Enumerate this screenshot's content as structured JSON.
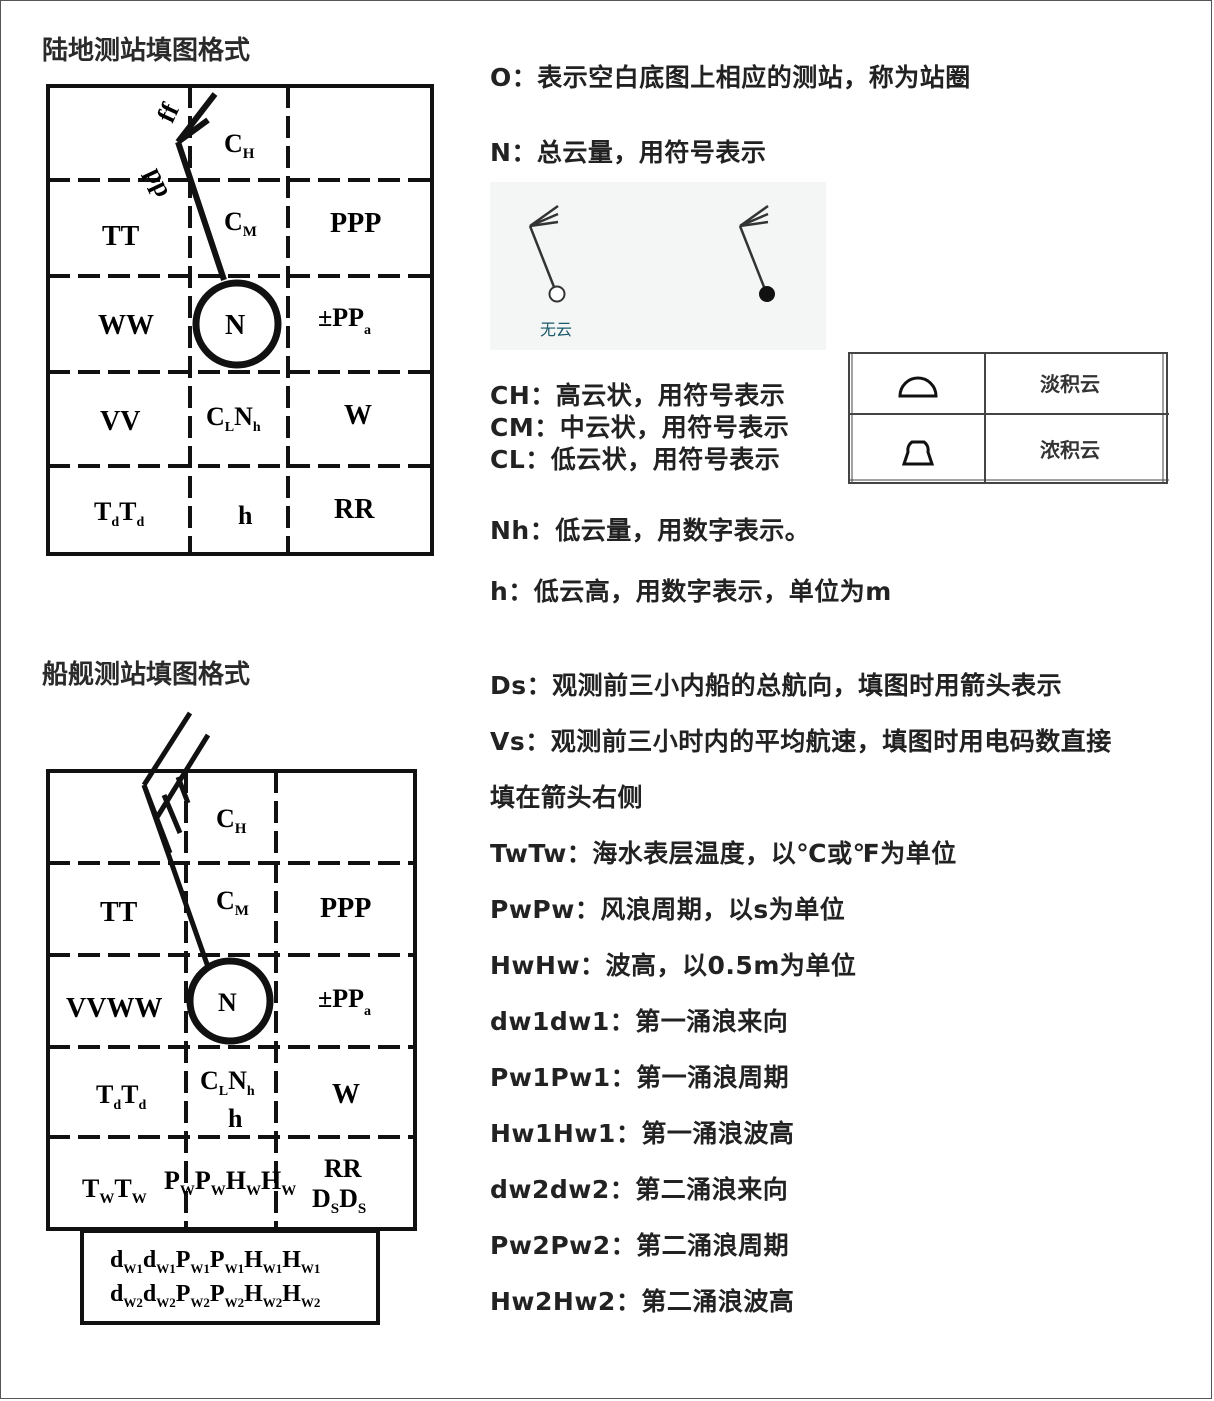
{
  "titles": {
    "land": "陆地测站填图格式",
    "ship": "船舰测站填图格式"
  },
  "land_cells": {
    "ff": "ff",
    "pp": "pp",
    "ch": "C",
    "ch_sub": "H",
    "cm": "C",
    "cm_sub": "M",
    "tt": "TT",
    "ppp": "PPP",
    "ww": "WW",
    "n": "N",
    "ppa": "±PP",
    "ppa_sub": "a",
    "vv": "VV",
    "cl": "C",
    "cl_sub": "L",
    "nh": "N",
    "nh_sub": "h",
    "w": "W",
    "td1": "T",
    "td1_sub": "d",
    "td2": "T",
    "td2_sub": "d",
    "h": "h",
    "rr": "RR"
  },
  "ship_cells": {
    "ch": "C",
    "ch_sub": "H",
    "cm": "C",
    "cm_sub": "M",
    "tt": "TT",
    "ppp": "PPP",
    "vvww": "VVWW",
    "n": "N",
    "ppa": "±PP",
    "ppa_sub": "a",
    "td": "T",
    "td_sub": "d",
    "cl": "C",
    "cl_sub": "L",
    "nh": "N",
    "nh_sub": "h",
    "h": "h",
    "w": "W",
    "tw": "T",
    "tw_sub": "W",
    "pw": "P",
    "pw_sub": "W",
    "hw": "H",
    "hw_sub": "W",
    "rr": "RR",
    "ds": "D",
    "ds_sub": "S",
    "d": "d",
    "p": "P",
    "hh": "H",
    "sub_w1": "W1",
    "sub_w2": "W2"
  },
  "land_desc": [
    "O：表示空白底图上相应的测站，称为站圈",
    "N：总云量，用符号表示",
    "CH：高云状，用符号表示",
    "CM：中云状，用符号表示",
    "CL：低云状，用符号表示",
    "Nh：低云量，用数字表示。",
    "h：低云高，用数字表示，单位为m"
  ],
  "wind_caption": "无云",
  "cloud_table": [
    {
      "icon": "cumulus-humilis-icon",
      "label": "淡积云"
    },
    {
      "icon": "cumulus-congestus-icon",
      "label": "浓积云"
    }
  ],
  "ship_desc": [
    "Ds：观测前三小内船的总航向，填图时用箭头表示",
    "Vs：观测前三小时内的平均航速，填图时用电码数直接",
    "填在箭头右侧",
    "TwTw：海水表层温度，以℃或℉为单位",
    "PwPw：风浪周期，以s为单位",
    "HwHw：波高，以0.5m为单位",
    "dw1dw1：第一涌浪来向",
    "Pw1Pw1：第一涌浪周期",
    "Hw1Hw1：第一涌浪波高",
    "dw2dw2：第二涌浪来向",
    "Pw2Pw2：第二涌浪周期",
    "Hw2Hw2：第二涌浪波高"
  ]
}
